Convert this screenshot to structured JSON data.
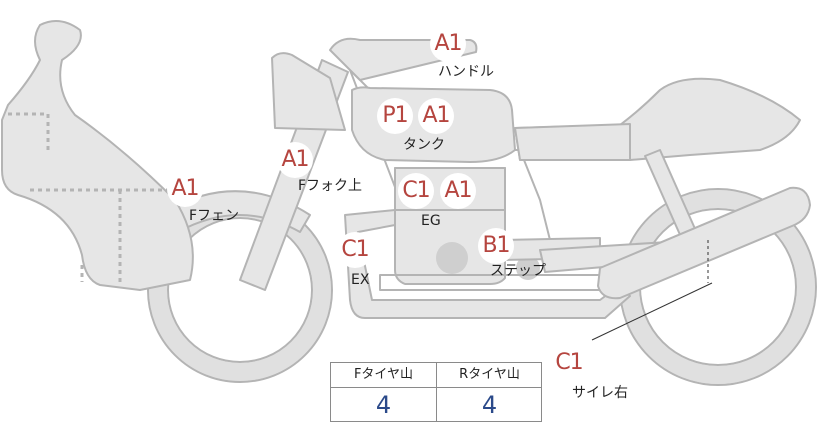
{
  "parts": [
    {
      "id": "handle",
      "grade": "A1",
      "label": "ハンドル"
    },
    {
      "id": "tank",
      "grades": [
        "P1",
        "A1"
      ],
      "label": "タンク"
    },
    {
      "id": "front-fork-upper",
      "grade": "A1",
      "label": "Fフォク上"
    },
    {
      "id": "front-fender",
      "grade": "A1",
      "label": "Fフェン"
    },
    {
      "id": "engine",
      "grades": [
        "C1",
        "A1"
      ],
      "label": "EG"
    },
    {
      "id": "exhaust",
      "grade": "C1",
      "label": "EX"
    },
    {
      "id": "step",
      "grade": "B1",
      "label": "ステップ"
    },
    {
      "id": "silencer-right",
      "grade": "C1",
      "label": "サイレ右"
    }
  ],
  "tread": {
    "front_header": "Fタイヤ山",
    "rear_header": "Rタイヤ山",
    "front_value": "4",
    "rear_value": "4"
  },
  "colors": {
    "body_fill": "#e6e6e6",
    "body_stroke": "#b4b4b4",
    "grade_text": "#b5453f",
    "value_text": "#2b4a8a"
  }
}
